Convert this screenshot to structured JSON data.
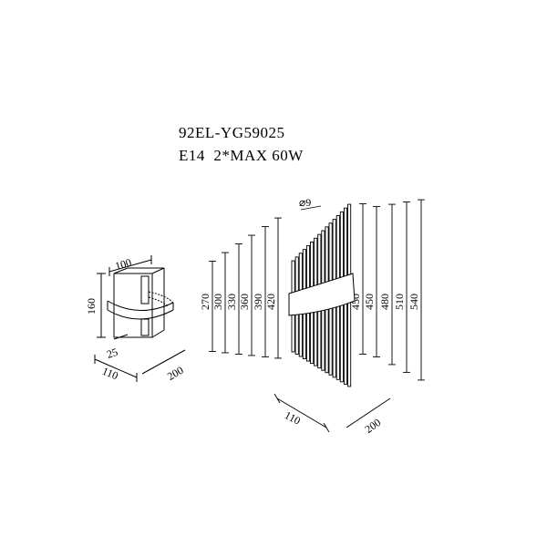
{
  "product": {
    "model": "92EL-YG59025",
    "spec": "E14  2*MAX 60W"
  },
  "side_view": {
    "width_label": "100",
    "height_label": "160",
    "base_label": "25",
    "depth_front_label": "110",
    "depth_side_label": "200"
  },
  "front_view": {
    "rod_diameter_label": "⌀9",
    "left_heights": [
      "270",
      "300",
      "330",
      "360",
      "390",
      "420"
    ],
    "right_heights": [
      "450",
      "450",
      "480",
      "510",
      "540"
    ],
    "bottom_left_label": "110",
    "bottom_right_label": "200"
  },
  "colors": {
    "line": "#000000",
    "background": "#ffffff"
  }
}
